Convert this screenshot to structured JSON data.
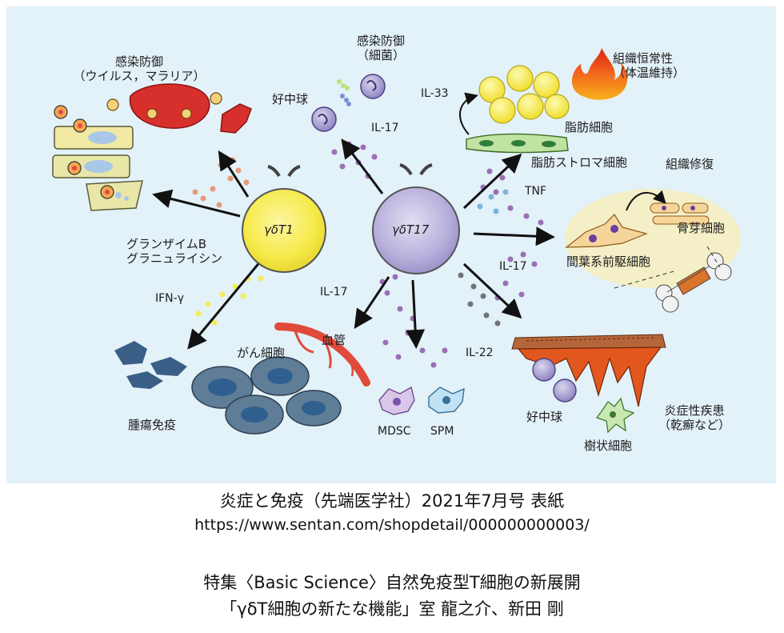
{
  "diagram": {
    "cells": {
      "t1": "γδT1",
      "t17": "γδT17"
    },
    "labels": {
      "infection_virus": "感染防御\n（ウイルス，マラリア）",
      "infection_bacteria": "感染防御\n（細菌）",
      "neutrophil_top": "好中球",
      "il17_top": "IL-17",
      "il33": "IL-33",
      "homeostasis": "組織恒常性\n（体温維持）",
      "adipocyte": "脂肪細胞",
      "adipose_stroma": "脂肪ストロマ細胞",
      "tissue_repair": "組織修復",
      "tnf": "TNF",
      "osteoblast": "骨芽細胞",
      "mesenchymal": "間葉系前駆細胞",
      "il17_right": "IL-17",
      "granzyme": "グランザイムB\nグラニュライシン",
      "ifn": "IFN-γ",
      "il17_mid": "IL-17",
      "vessel": "血管",
      "cancer": "がん細胞",
      "il22": "IL-22",
      "tumor_immunity": "腫瘍免疫",
      "mdsc": "MDSC",
      "spm": "SPM",
      "neutrophil_bottom": "好中球",
      "dendritic": "樹状細胞",
      "inflammatory": "炎症性疾患\n（乾癬など）"
    },
    "colors": {
      "background": "#e3f1f8",
      "t1_cell": "#f6ea4a",
      "t17_cell": "#b9b0dc",
      "dot_orange": "#e59c78",
      "dot_yellow": "#f4ec5a",
      "dot_purple": "#9a6fb5",
      "dot_blue": "#78b6dc",
      "dot_gray": "#707478",
      "red_cell": "#d7302c",
      "skin_orange": "#e2571e"
    }
  },
  "caption": {
    "line1": "炎症と免疫（先端医学社）2021年7月号 表紙",
    "line2": "https://www.sentan.com/shopdetail/000000000003/",
    "line3": "特集〈Basic Science〉自然免疫型T細胞の新展開",
    "line4": "「γδT細胞の新たな機能」室 龍之介、新田 剛"
  }
}
